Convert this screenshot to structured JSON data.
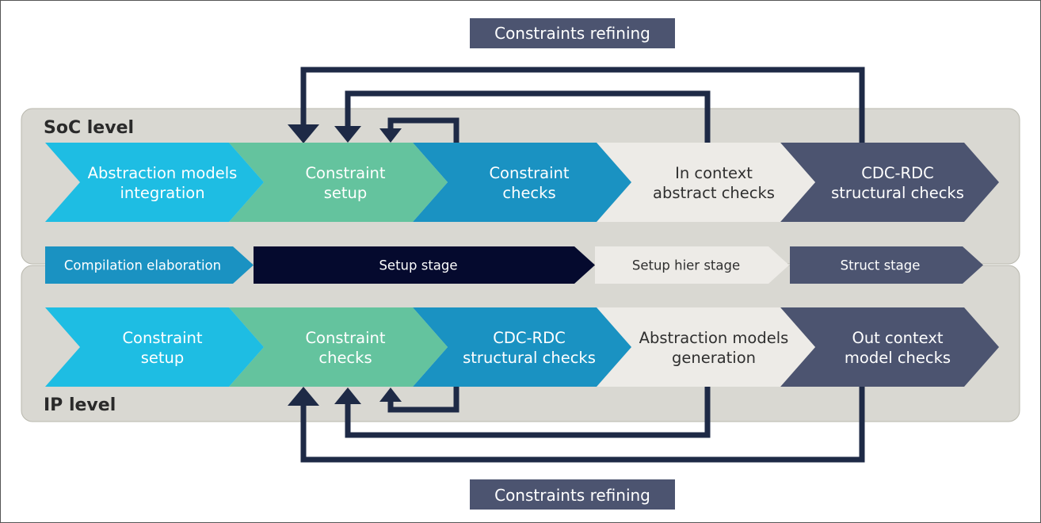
{
  "refine_top": "Constraints refining",
  "refine_bottom": "Constraints refining",
  "soc": {
    "label": "SoC level",
    "steps": [
      {
        "lines": [
          "Abstraction models",
          "integration"
        ],
        "fill": "#1ebde3",
        "text": "#ffffff"
      },
      {
        "lines": [
          "Constraint",
          "setup"
        ],
        "fill": "#64c39e",
        "text": "#ffffff"
      },
      {
        "lines": [
          "Constraint",
          "checks"
        ],
        "fill": "#1a92c2",
        "text": "#ffffff"
      },
      {
        "lines": [
          "In context",
          "abstract checks"
        ],
        "fill": "#edebe7",
        "text": "#2f2f2f"
      },
      {
        "lines": [
          "CDC-RDC",
          "structural checks"
        ],
        "fill": "#4c5470",
        "text": "#ffffff"
      }
    ]
  },
  "stages": [
    {
      "label": "Compilation elaboration",
      "fill": "#1a92c2",
      "text": "#ffffff"
    },
    {
      "label": "Setup stage",
      "fill": "#050a2e",
      "text": "#ffffff"
    },
    {
      "label": "Setup hier stage",
      "fill": "#edebe7",
      "text": "#2f2f2f"
    },
    {
      "label": "Struct stage",
      "fill": "#4c5470",
      "text": "#ffffff"
    }
  ],
  "ip": {
    "label": "IP level",
    "steps": [
      {
        "lines": [
          "Constraint",
          "setup"
        ],
        "fill": "#1ebde3",
        "text": "#ffffff"
      },
      {
        "lines": [
          "Constraint",
          "checks"
        ],
        "fill": "#64c39e",
        "text": "#ffffff"
      },
      {
        "lines": [
          "CDC-RDC",
          "structural checks"
        ],
        "fill": "#1a92c2",
        "text": "#ffffff"
      },
      {
        "lines": [
          "Abstraction models",
          "generation"
        ],
        "fill": "#edebe7",
        "text": "#2f2f2f"
      },
      {
        "lines": [
          "Out context",
          "model checks"
        ],
        "fill": "#4c5470",
        "text": "#ffffff"
      }
    ]
  },
  "colors": {
    "band": "#d9d8d2",
    "band_border": "#b9b8ae",
    "loop_arrow": "#1e2a46",
    "refine_box": "#4c5470"
  }
}
